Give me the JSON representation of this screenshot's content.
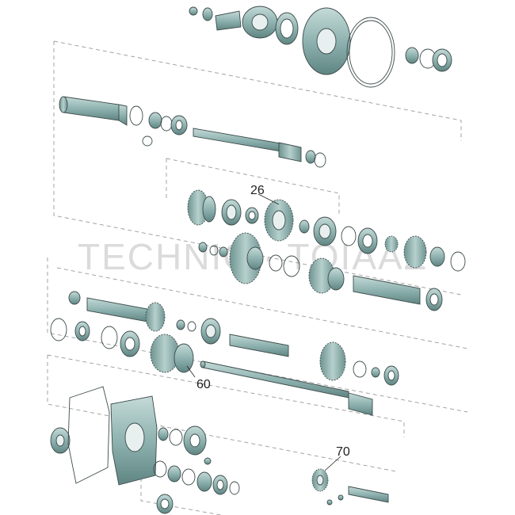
{
  "watermark": {
    "text": "TECHNIC · TOIAAZ"
  },
  "callouts": {
    "c26": "26",
    "c60": "60",
    "c70": "70"
  },
  "colors": {
    "part_fill": "#8fb3b0",
    "part_light": "#b9d1cf",
    "part_dark": "#5f8582",
    "outline": "#3d4b4b",
    "dashed_frame": "#9a9a9a"
  }
}
